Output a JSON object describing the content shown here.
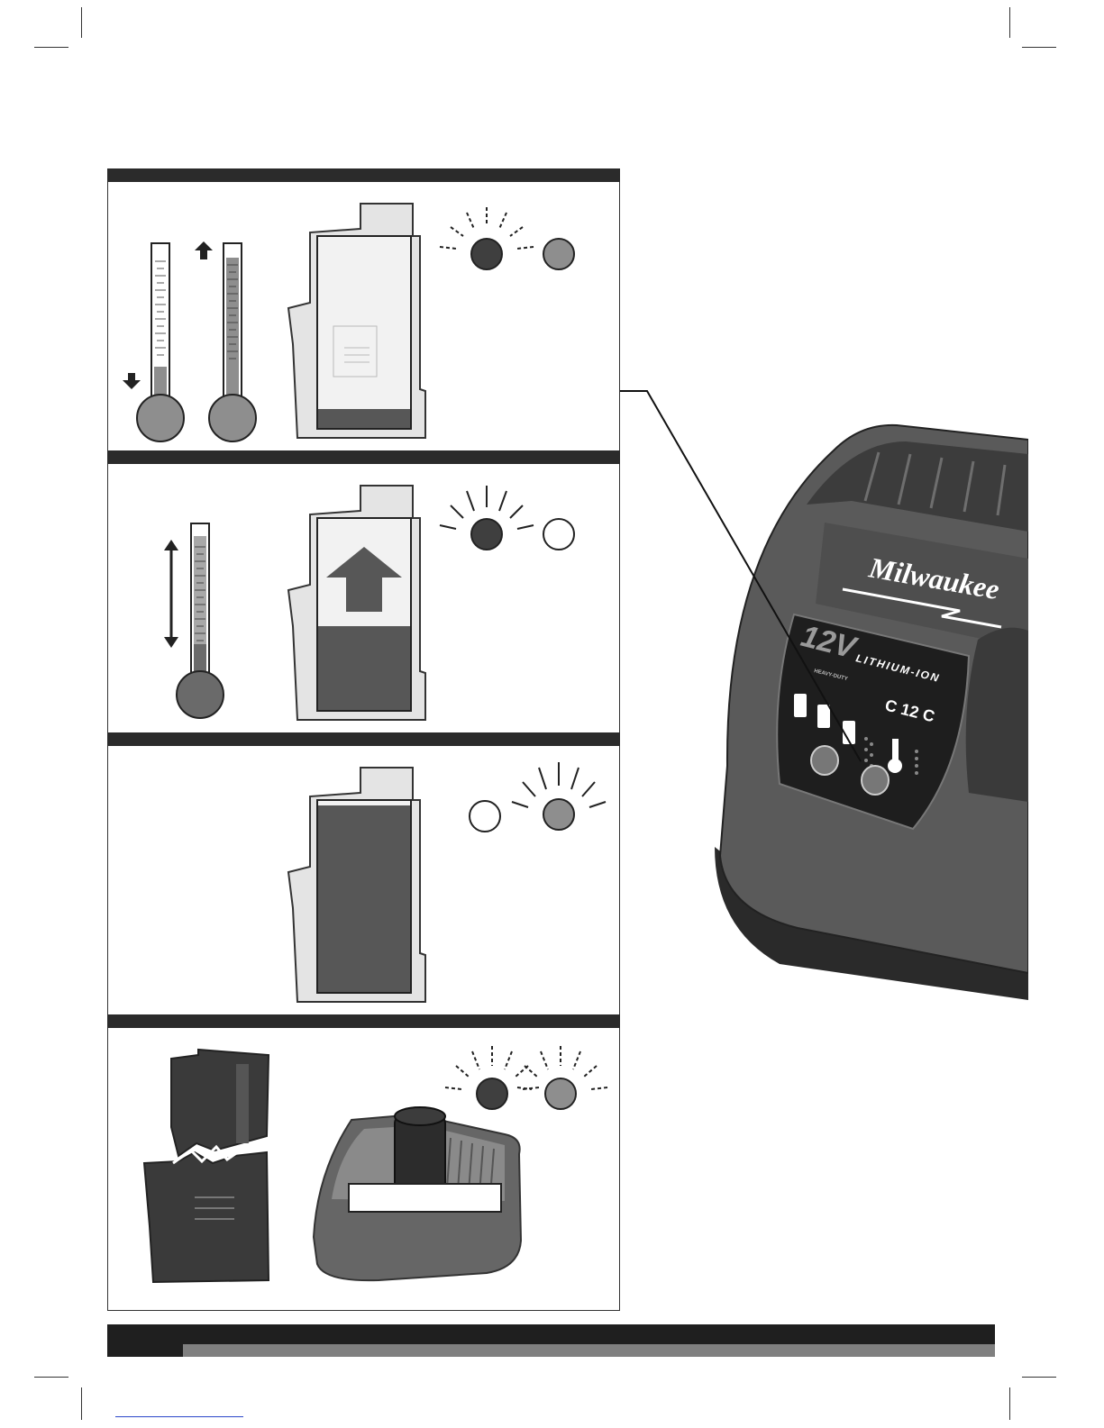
{
  "charger": {
    "brand": "Milwaukee",
    "voltage": "12V",
    "chemistry": "LITHIUM-ION",
    "model": "C 12 C",
    "tagline": "HEAVY-DUTY"
  },
  "indicator_colors": {
    "red_led": "#3f3f3f",
    "green_led": "#8e8e8e",
    "off_led": "#ffffff",
    "battery_fill": "#575757"
  },
  "panels": [
    {
      "state": "temperature-out-of-range",
      "red_led": "blinking",
      "green_led": "on"
    },
    {
      "state": "charging",
      "red_led": "on",
      "green_led": "off"
    },
    {
      "state": "fully-charged",
      "red_led": "off",
      "green_led": "on"
    },
    {
      "state": "defective-battery",
      "red_led": "blinking",
      "green_led": "blinking"
    }
  ]
}
